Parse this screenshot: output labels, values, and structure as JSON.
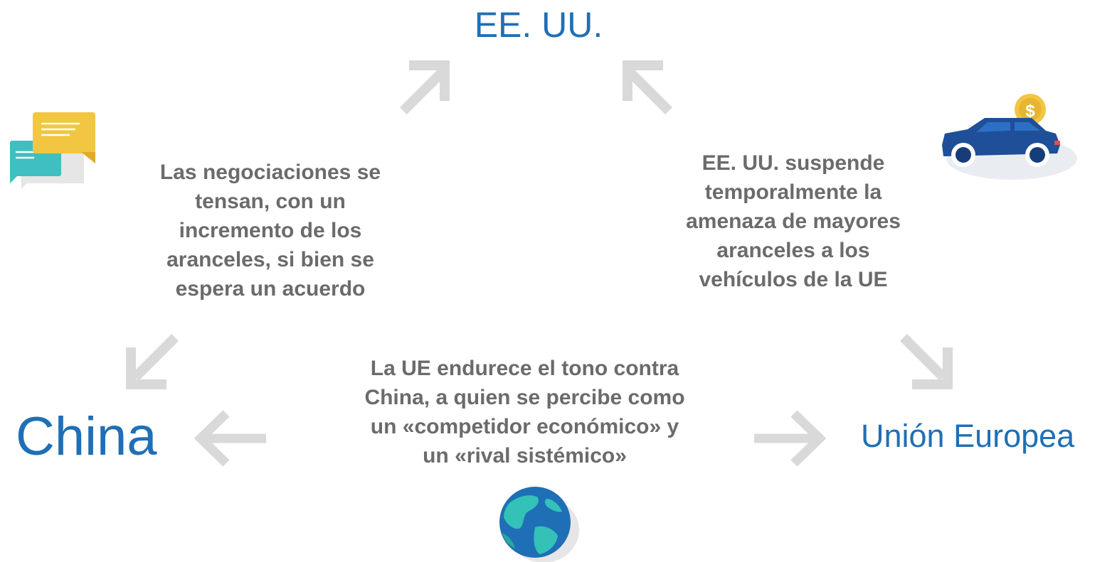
{
  "nodes": {
    "us": "EE. UU.",
    "china": "China",
    "eu": "Unión Europea"
  },
  "captions": {
    "us_china": [
      "Las negociaciones se",
      "tensan, con un",
      "incremento de los",
      "aranceles, si bien se",
      "espera un acuerdo"
    ],
    "us_eu": [
      "EE. UU. suspende",
      "temporalmente la",
      "amenaza de mayores",
      "aranceles a los",
      "vehículos de la UE"
    ],
    "eu_china": [
      "La UE endurece el tono contra",
      "China, a quien se percibe como",
      "un «competidor económico» y",
      "un «rival sistémico»"
    ]
  },
  "colors": {
    "node_text": "#1f6fb6",
    "caption_text": "#6b6b6b",
    "arrow": "#d9d9d9"
  },
  "icons": [
    "chat-bubbles-icon",
    "car-with-dollar-icon",
    "globe-icon"
  ]
}
